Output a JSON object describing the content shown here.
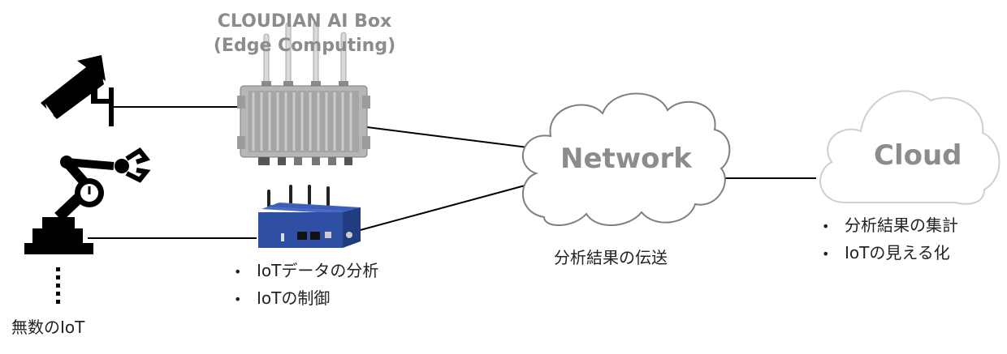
{
  "edge_box": {
    "title_line1": "CLOUDIAN AI Box",
    "title_line2": "(Edge Computing)",
    "bullets": [
      "IoTデータの分析",
      "IoTの制御"
    ]
  },
  "network": {
    "label": "Network",
    "caption": "分析結果の伝送"
  },
  "cloud": {
    "label": "Cloud",
    "bullets": [
      "分析結果の集計",
      "IoTの見える化"
    ]
  },
  "iot": {
    "label": "無数のIoT",
    "icons": [
      "security-camera-icon",
      "robot-arm-icon"
    ]
  },
  "colors": {
    "title_gray": "#8c8c8c",
    "cloud_stroke": "#7f7f7f",
    "cloud_light_stroke": "#cfcfcf",
    "box_blue": "#2e4fa3"
  }
}
